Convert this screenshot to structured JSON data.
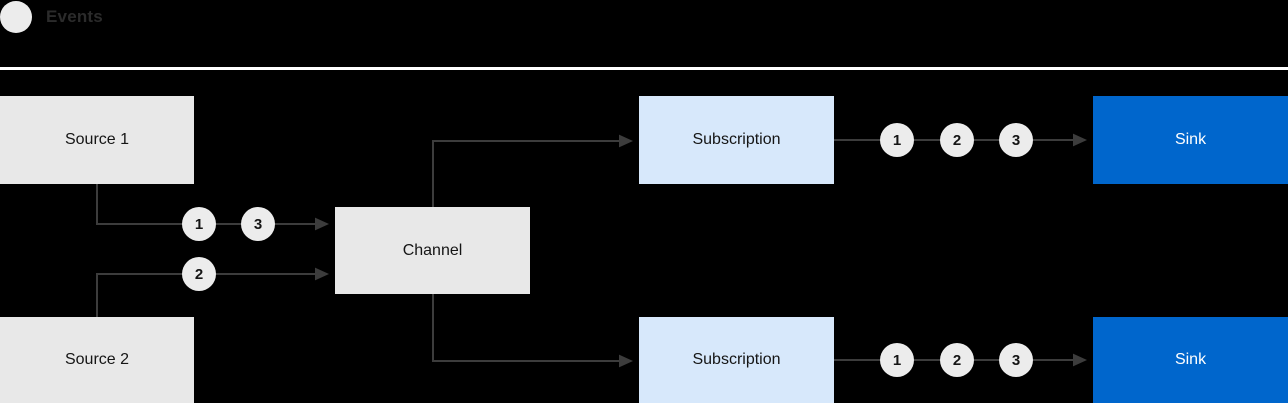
{
  "legend": {
    "icon": "event-dot-icon",
    "label": "Events"
  },
  "colors": {
    "background": "#000000",
    "source_box": "#e8e8e8",
    "channel_box": "#e8e8e8",
    "subscription_box": "#d7e8fb",
    "sink_box": "#0066cc",
    "badge": "#ececec",
    "wire": "#3c3c3c",
    "divider": "#ffffff"
  },
  "nodes": {
    "source_1": "Source 1",
    "source_2": "Source 2",
    "channel": "Channel",
    "subscription_1": "Subscription",
    "subscription_2": "Subscription",
    "sink_1": "Sink",
    "sink_2": "Sink"
  },
  "badges": {
    "source1_to_channel": [
      "1",
      "3"
    ],
    "source2_to_channel": [
      "2"
    ],
    "subscription1_to_sink": [
      "1",
      "2",
      "3"
    ],
    "subscription2_to_sink": [
      "1",
      "2",
      "3"
    ]
  }
}
